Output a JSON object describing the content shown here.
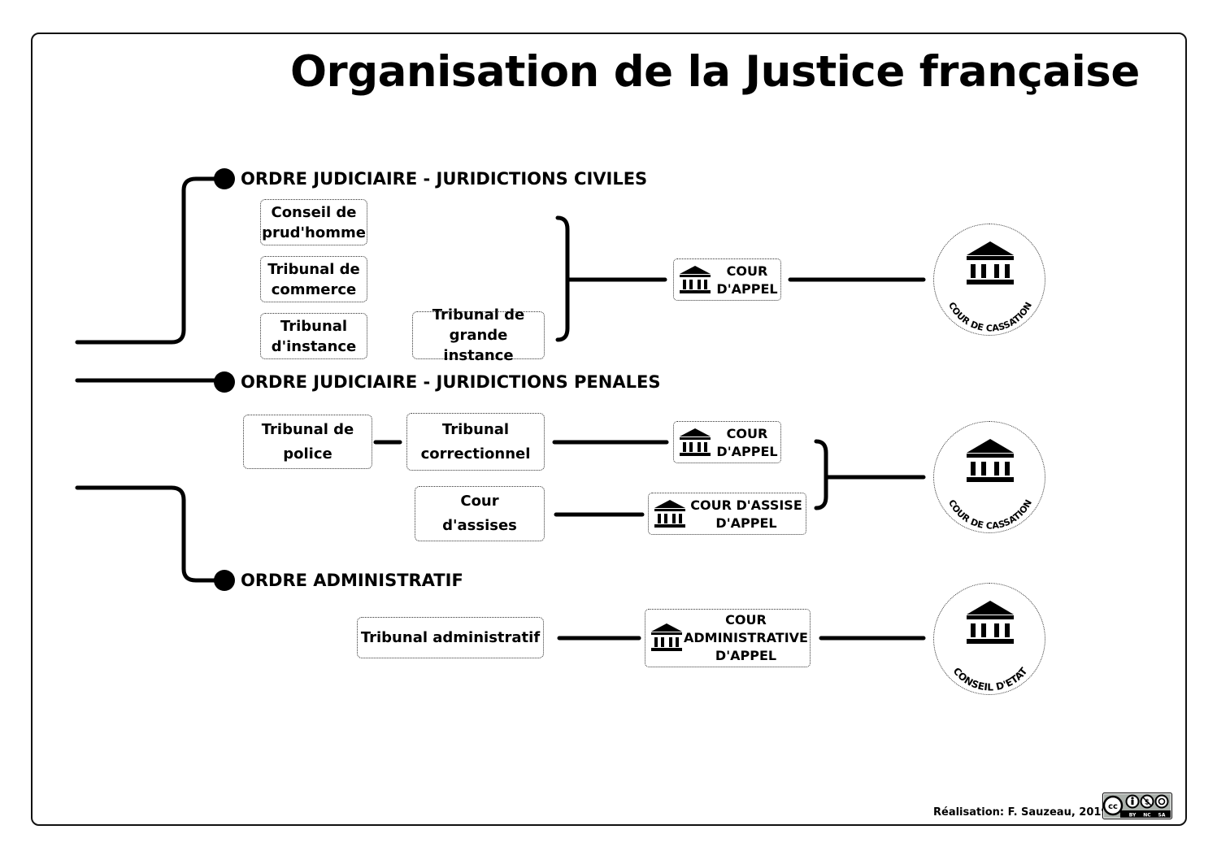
{
  "title": "Organisation de la Justice française",
  "sections": {
    "civil": "ORDRE JUDICIAIRE - JURIDICTIONS CIVILES",
    "penal": "ORDRE JUDICIAIRE - JURIDICTIONS PENALES",
    "admin": "ORDRE ADMINISTRATIF"
  },
  "boxes": {
    "prudhomme": "Conseil de\nprud'homme",
    "commerce": "Tribunal de\ncommerce",
    "instance": "Tribunal\nd'instance",
    "grande_instance": "Tribunal de\ngrande instance",
    "police": "Tribunal de\npolice",
    "correctionnel": "Tribunal\ncorrectionnel",
    "assises": "Cour\nd'assises",
    "administratif": "Tribunal administratif"
  },
  "courts": {
    "appel_civil": "COUR\nD'APPEL",
    "appel_penal": "COUR\nD'APPEL",
    "assise_appel": "COUR D'ASSISE\nD'APPEL",
    "admin_appel": "COUR\nADMINISTRATIVE\nD'APPEL"
  },
  "supreme": {
    "cassation_civil": "COUR DE CASSATION",
    "cassation_penal": "COUR DE CASSATION",
    "conseil_etat": "CONSEIL D'ETAT"
  },
  "credit": "Réalisation: F. Sauzeau, 2019",
  "license": [
    "BY",
    "NC",
    "SA"
  ],
  "icons": {
    "court": "courthouse-icon",
    "license": "creative-commons-icon"
  }
}
